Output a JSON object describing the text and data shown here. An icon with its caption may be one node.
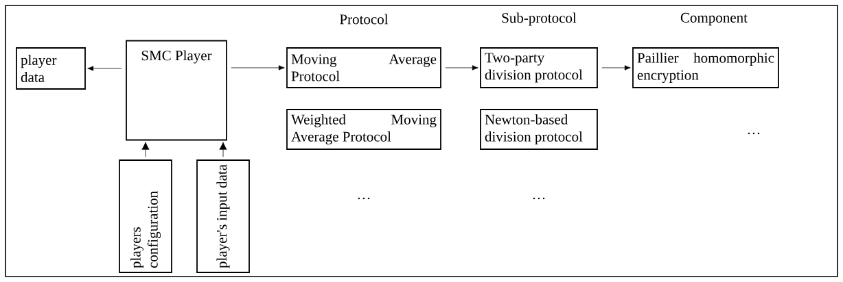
{
  "diagram": {
    "nodes": [
      {
        "text": [
          "player data"
        ]
      },
      {
        "text": [
          "SMC Player"
        ]
      },
      {
        "text": [
          "Moving Average Protocol"
        ]
      },
      {
        "text": [
          "Two-party division protocol"
        ]
      },
      {
        "text": [
          "Paillier homomorphic encryption"
        ]
      },
      {
        "text": [
          "Weighted Moving Average Protocol"
        ]
      },
      {
        "text": [
          "Newton-based division protocol"
        ]
      },
      {
        "text": [
          "players configuration"
        ]
      },
      {
        "text": [
          "player's input data"
        ]
      }
    ],
    "edges": [
      {
        "from": 1,
        "to": 0,
        "arrow": "to"
      },
      {
        "from": 1,
        "to": 2,
        "arrow": "to"
      },
      {
        "from": 2,
        "to": 3,
        "arrow": "to"
      },
      {
        "from": 3,
        "to": 4,
        "arrow": "to"
      },
      {
        "from": 7,
        "to": 1,
        "arrow": "to"
      },
      {
        "from": 8,
        "to": 1,
        "arrow": "to"
      }
    ],
    "labels": [
      "Protocol",
      "Sub-protocol",
      "Component",
      "…",
      "…",
      "…"
    ]
  }
}
